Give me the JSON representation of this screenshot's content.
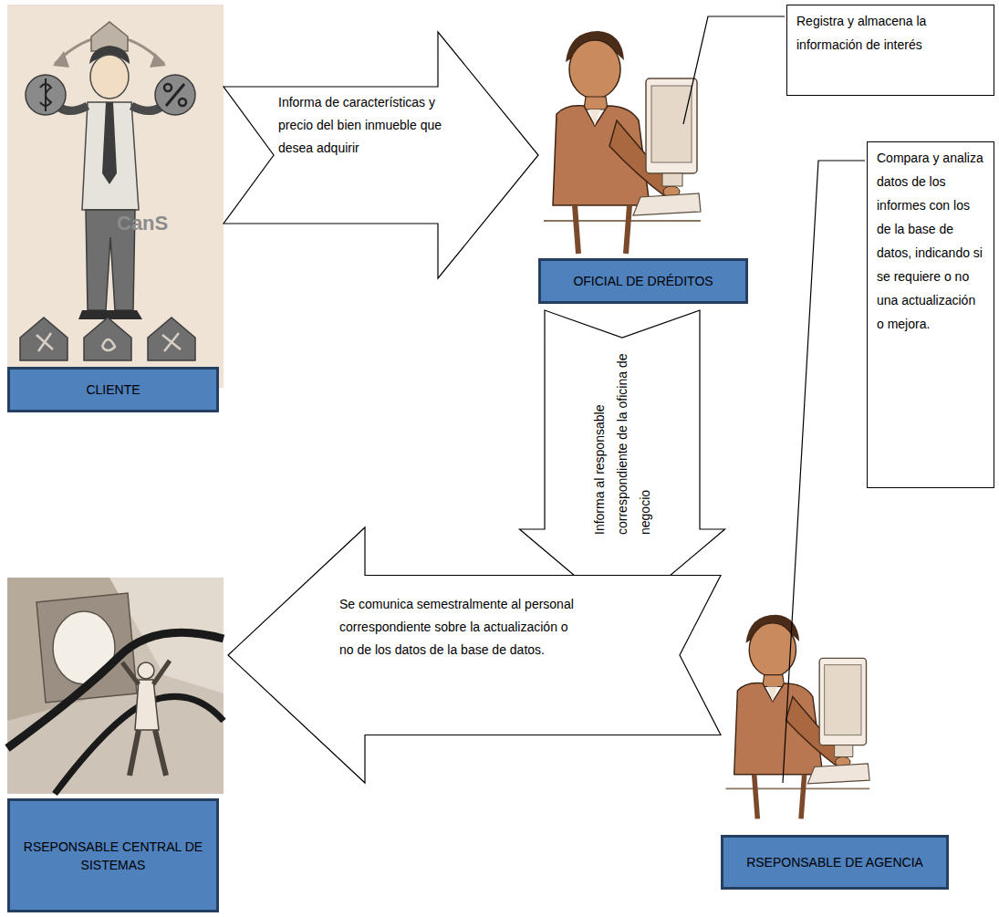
{
  "diagram": {
    "nodes": [
      {
        "text": [
          "CLIENTE"
        ]
      },
      {
        "text": [
          "OFICIAL DE DRÉDITOS"
        ]
      },
      {
        "text": [
          "Registra y almacena la información de interés"
        ]
      },
      {
        "text": [
          "Compara y analiza datos de los informes con los de la base de datos, indicando si se requiere o no una actualización o mejora."
        ]
      },
      {
        "text": [
          "RSEPONSABLE DE AGENCIA"
        ]
      },
      {
        "text": [
          "RSEPONSABLE CENTRAL DE SISTEMAS"
        ]
      }
    ],
    "edges": [
      {
        "from": 0,
        "to": 1,
        "arrow": "to",
        "label": "Informa de características y precio del bien inmueble que desea adquirir"
      },
      {
        "from": 1,
        "to": 4,
        "arrow": "to",
        "label": "Informa al responsable correspondiente de la oficina de negocio"
      },
      {
        "from": 4,
        "to": 5,
        "arrow": "to",
        "label": "Se comunica semestralmente al personal correspondiente sobre la actualización o no de los datos de la base de datos."
      }
    ],
    "labels": [
      "CanS"
    ]
  }
}
